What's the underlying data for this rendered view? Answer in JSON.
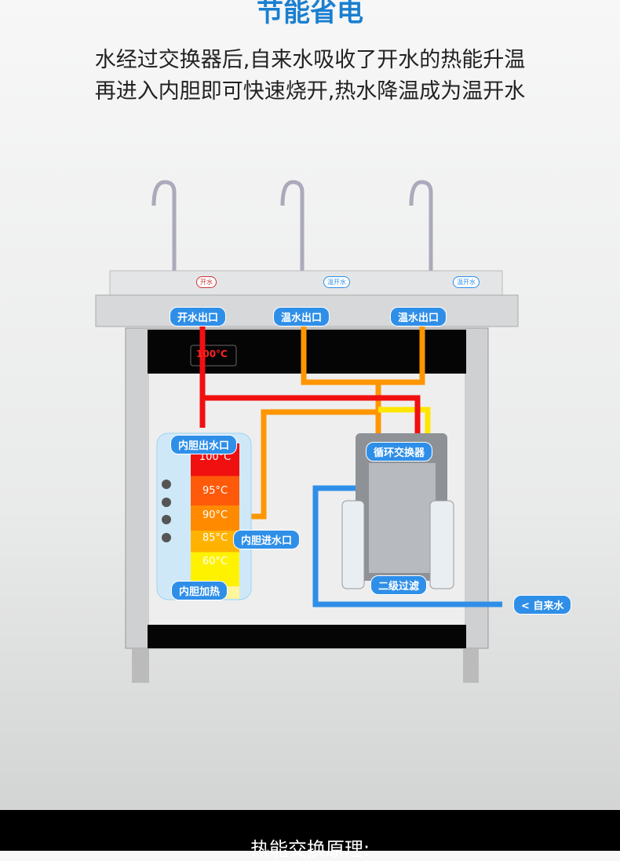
{
  "header": {
    "title": "节能省电",
    "line1": "水经过交换器后,自来水吸收了开水的热能升温",
    "line2": "再进入内胆即可快速烧开,热水降温成为温开水"
  },
  "faucets": [
    "开水",
    "温开水",
    "温开水"
  ],
  "outlets": [
    "开水出口",
    "温水出口",
    "温水出口"
  ],
  "display": "100°C",
  "tank": {
    "outlet": "内胆出水口",
    "inlet": "内胆进水口",
    "heating": "内胆加热",
    "temps": [
      "100°C",
      "95°C",
      "90°C",
      "85°C",
      "60°C"
    ],
    "colors": [
      "#f01010",
      "#ff5a0a",
      "#ff8a00",
      "#ffb300",
      "#fff200"
    ]
  },
  "exchanger": "循环交换器",
  "filter": "二级过滤",
  "tap_water": "< 自来水",
  "footer": "热能交换原理:"
}
